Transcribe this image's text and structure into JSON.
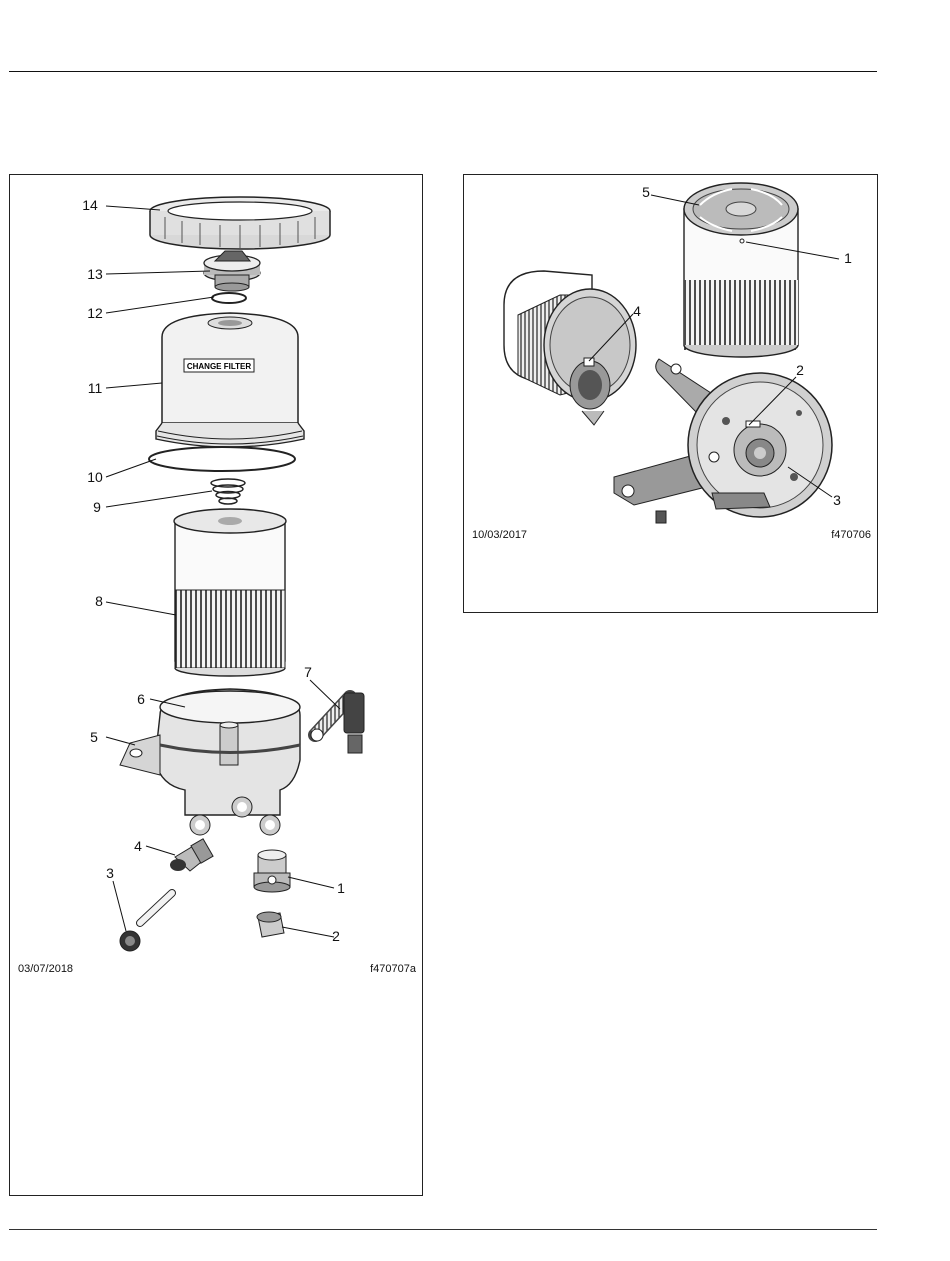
{
  "left_figure": {
    "date": "03/07/2018",
    "figure_id": "f470707a",
    "callouts": [
      "1",
      "2",
      "3",
      "4",
      "5",
      "6",
      "7",
      "8",
      "9",
      "10",
      "11",
      "12",
      "13",
      "14"
    ],
    "housing_label": "CHANGE FILTER"
  },
  "right_figure": {
    "date": "10/03/2017",
    "figure_id": "f470706",
    "callouts": [
      "1",
      "2",
      "3",
      "4",
      "5"
    ]
  }
}
